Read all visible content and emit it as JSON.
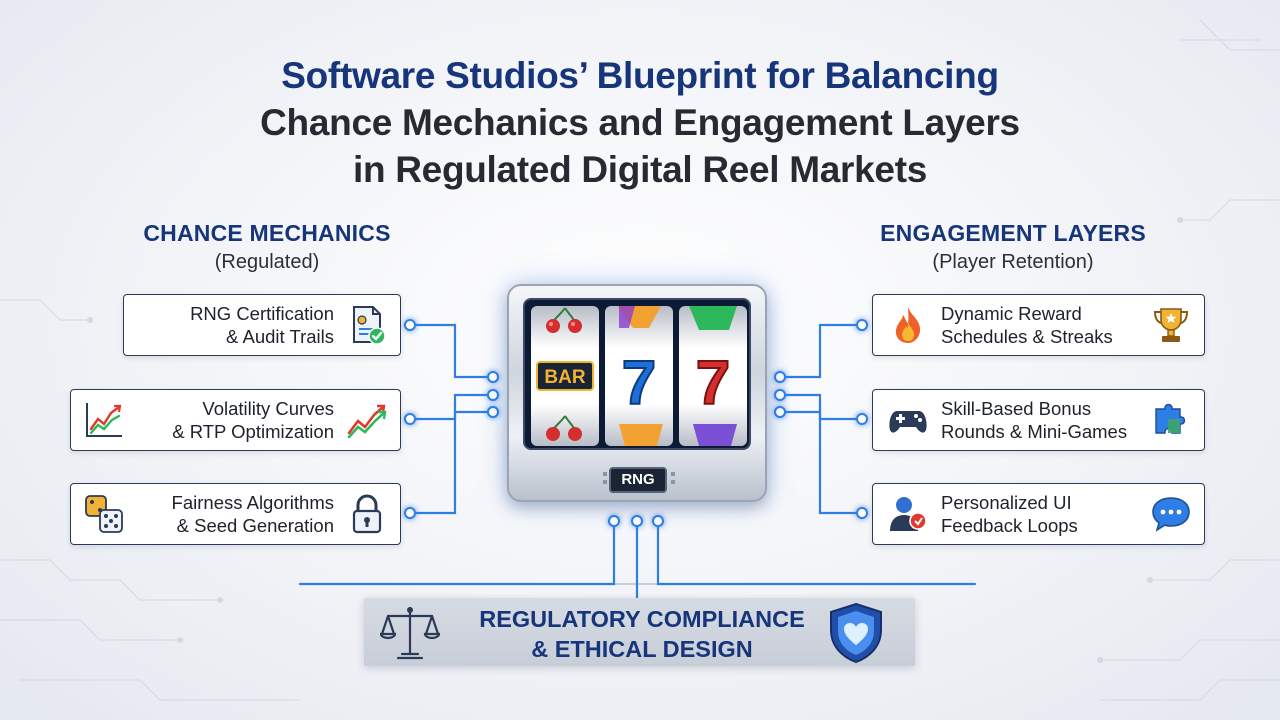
{
  "title": {
    "line1": "Software Studios’ Blueprint for Balancing",
    "line2": "Chance Mechanics and Engagement Layers",
    "line3": "in Regulated Digital Reel Markets"
  },
  "left_column": {
    "heading": "CHANCE MECHANICS",
    "subheading": "(Regulated)",
    "items": [
      {
        "line1": "RNG Certification",
        "line2": "& Audit Trails",
        "icon": "certificate-check-icon"
      },
      {
        "line1": "Volatility Curves",
        "line2": "& RTP Optimization",
        "icon": "trend-chart-icon"
      },
      {
        "line1": "Fairness Algorithms",
        "line2": "& Seed Generation",
        "icon": "dice-icon"
      }
    ]
  },
  "right_column": {
    "heading": "ENGAGEMENT LAYERS",
    "subheading": "(Player Retention)",
    "items": [
      {
        "line1": "Dynamic Reward",
        "line2": "Schedules & Streaks",
        "icon": "trophy-icon"
      },
      {
        "line1": "Skill-Based Bonus",
        "line2": "Rounds & Mini-Games",
        "icon": "gamepad-icon"
      },
      {
        "line1": "Personalized UI",
        "line2": "Feedback Loops",
        "icon": "chat-bubble-icon"
      }
    ]
  },
  "center": {
    "chip_label": "RNG",
    "reel_symbols": {
      "bar_label": "BAR",
      "seven": "7"
    }
  },
  "footer": {
    "line1": "REGULATORY COMPLIANCE",
    "line2": "& ETHICAL DESIGN",
    "icons": [
      "scale-icon",
      "shield-heart-icon"
    ]
  },
  "colors": {
    "navy": "#17357a",
    "connector_blue": "#2f7ee6",
    "card_border": "#2b3a57"
  }
}
